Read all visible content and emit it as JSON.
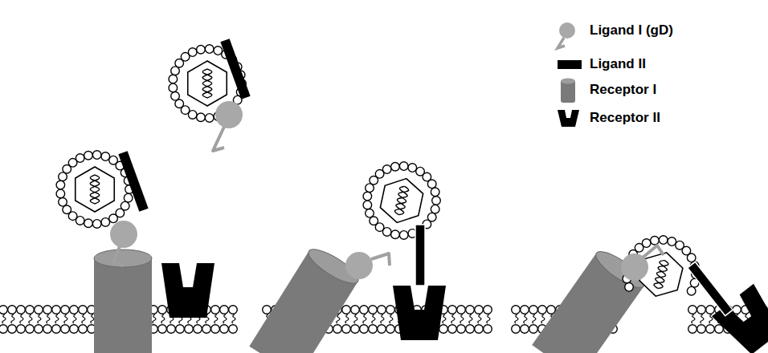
{
  "diagram": {
    "legend": [
      {
        "text": "Ligand I (gD)"
      },
      {
        "text": "Ligand II"
      },
      {
        "text": "Receptor I"
      },
      {
        "text": "Receptor II"
      }
    ]
  }
}
